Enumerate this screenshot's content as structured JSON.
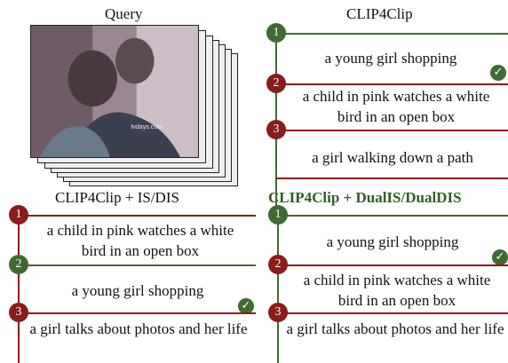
{
  "query": {
    "title": "Query",
    "watermark": "tvdays.com"
  },
  "panels": {
    "clip4clip": {
      "title": "CLIP4Clip",
      "items": [
        {
          "rank": "1",
          "color": "#3f6b32",
          "caption": "a young girl shopping",
          "correct": true
        },
        {
          "rank": "2",
          "color": "#8a1c1c",
          "caption": "a child in pink watches a white bird in an open box",
          "correct": false
        },
        {
          "rank": "3",
          "color": "#8a1c1c",
          "caption": "a girl walking down a path",
          "correct": false
        }
      ]
    },
    "isdis": {
      "title": "CLIP4Clip + IS/DIS",
      "items": [
        {
          "rank": "1",
          "color": "#8a1c1c",
          "caption": "a child in pink watches a white bird in an open box",
          "correct": false
        },
        {
          "rank": "2",
          "color": "#3f6b32",
          "caption": "a young girl shopping",
          "correct": true
        },
        {
          "rank": "3",
          "color": "#8a1c1c",
          "caption": "a girl talks about photos and her life",
          "correct": false
        }
      ]
    },
    "dualis": {
      "title": "CLIP4Clip + DualIS/DualDIS",
      "items": [
        {
          "rank": "1",
          "color": "#3f6b32",
          "caption": "a young girl shopping",
          "correct": true
        },
        {
          "rank": "2",
          "color": "#8a1c1c",
          "caption": "a child in pink watches a white bird in an open box",
          "correct": false
        },
        {
          "rank": "3",
          "color": "#8a1c1c",
          "caption": "a girl talks about photos and her life",
          "correct": false
        }
      ]
    }
  },
  "icons": {
    "check": "checkmark-icon"
  }
}
